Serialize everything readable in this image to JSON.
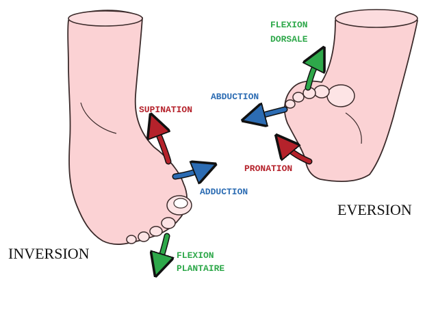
{
  "diagram": {
    "left_foot": {
      "title": "INVERSION",
      "labels": {
        "supination": "SUPINATION",
        "adduction": "ADDUCTION",
        "flexion_line1": "FLEXION",
        "flexion_line2": "PLANTAIRE"
      }
    },
    "right_foot": {
      "title": "EVERSION",
      "labels": {
        "flexion_line1": "FLEXION",
        "flexion_line2": "DORSALE",
        "abduction": "ABDUCTION",
        "pronation": "PRONATION"
      }
    }
  },
  "colors": {
    "skin": "#fbd2d4",
    "skin_outline": "#3a2a2a",
    "red": "#b5222b",
    "blue": "#2c6cb3",
    "green": "#2ea84a",
    "black": "#111111"
  }
}
